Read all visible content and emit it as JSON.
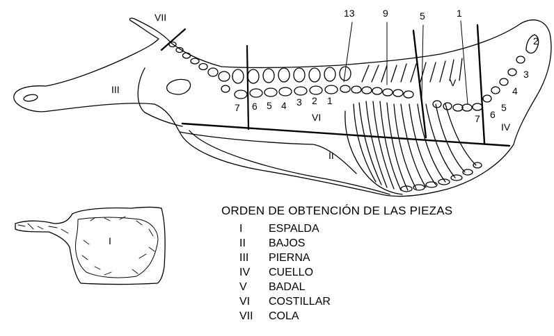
{
  "diagram": {
    "colors": {
      "stroke": "#000000",
      "background": "#ffffff"
    },
    "region_labels": {
      "I": "I",
      "II": "II",
      "III": "III",
      "IV": "IV",
      "V": "V",
      "VI": "VI",
      "VII": "VII"
    },
    "callouts": {
      "c13": "13",
      "c9": "9",
      "c5": "5",
      "c1": "1"
    },
    "lumbar_numbers": [
      "7",
      "6",
      "5",
      "4",
      "3",
      "2",
      "1"
    ],
    "cervical_numbers": [
      "7",
      "6",
      "5",
      "4",
      "3",
      "2"
    ]
  },
  "legend": {
    "title": "ORDEN DE OBTENCIÓN DE LAS PIEZAS",
    "items": [
      {
        "numeral": "I",
        "name": "ESPALDA"
      },
      {
        "numeral": "II",
        "name": "BAJOS"
      },
      {
        "numeral": "III",
        "name": "PIERNA"
      },
      {
        "numeral": "IV",
        "name": "CUELLO"
      },
      {
        "numeral": "V",
        "name": "BADAL"
      },
      {
        "numeral": "VI",
        "name": "COSTILLAR"
      },
      {
        "numeral": "VII",
        "name": "COLA"
      }
    ]
  }
}
